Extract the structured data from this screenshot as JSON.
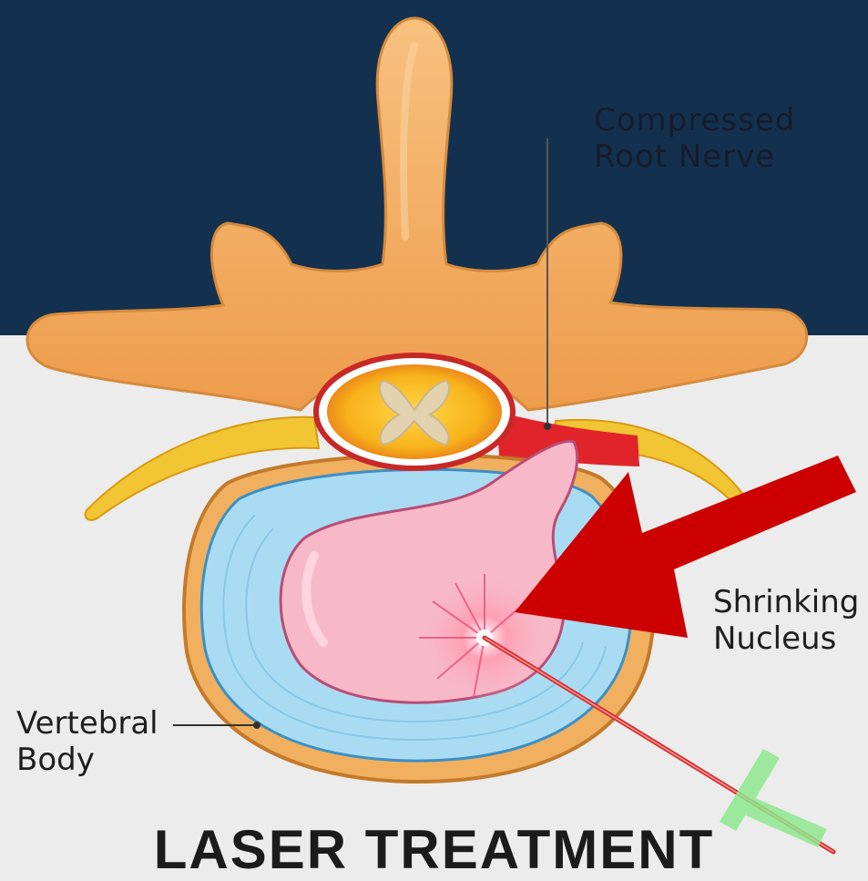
{
  "labels": {
    "compressed_root_nerve": [
      "Compressed",
      "Root Nerve"
    ],
    "shrinking_nucleus": [
      "Shrinking",
      "Nucleus"
    ],
    "vertebral_body": [
      "Vertebral",
      "Body"
    ]
  },
  "title": "LASER TREATMENT",
  "colors": {
    "background_top": "#14304f",
    "background_bottom": "#ececec",
    "bone": "#f4b06a",
    "disc_annulus": "#a9dcf2",
    "nucleus": "#f7b8c8",
    "arrow": "#cc0000",
    "laser_beam": "#d62b2b",
    "laser_device": "#8fe88f"
  }
}
